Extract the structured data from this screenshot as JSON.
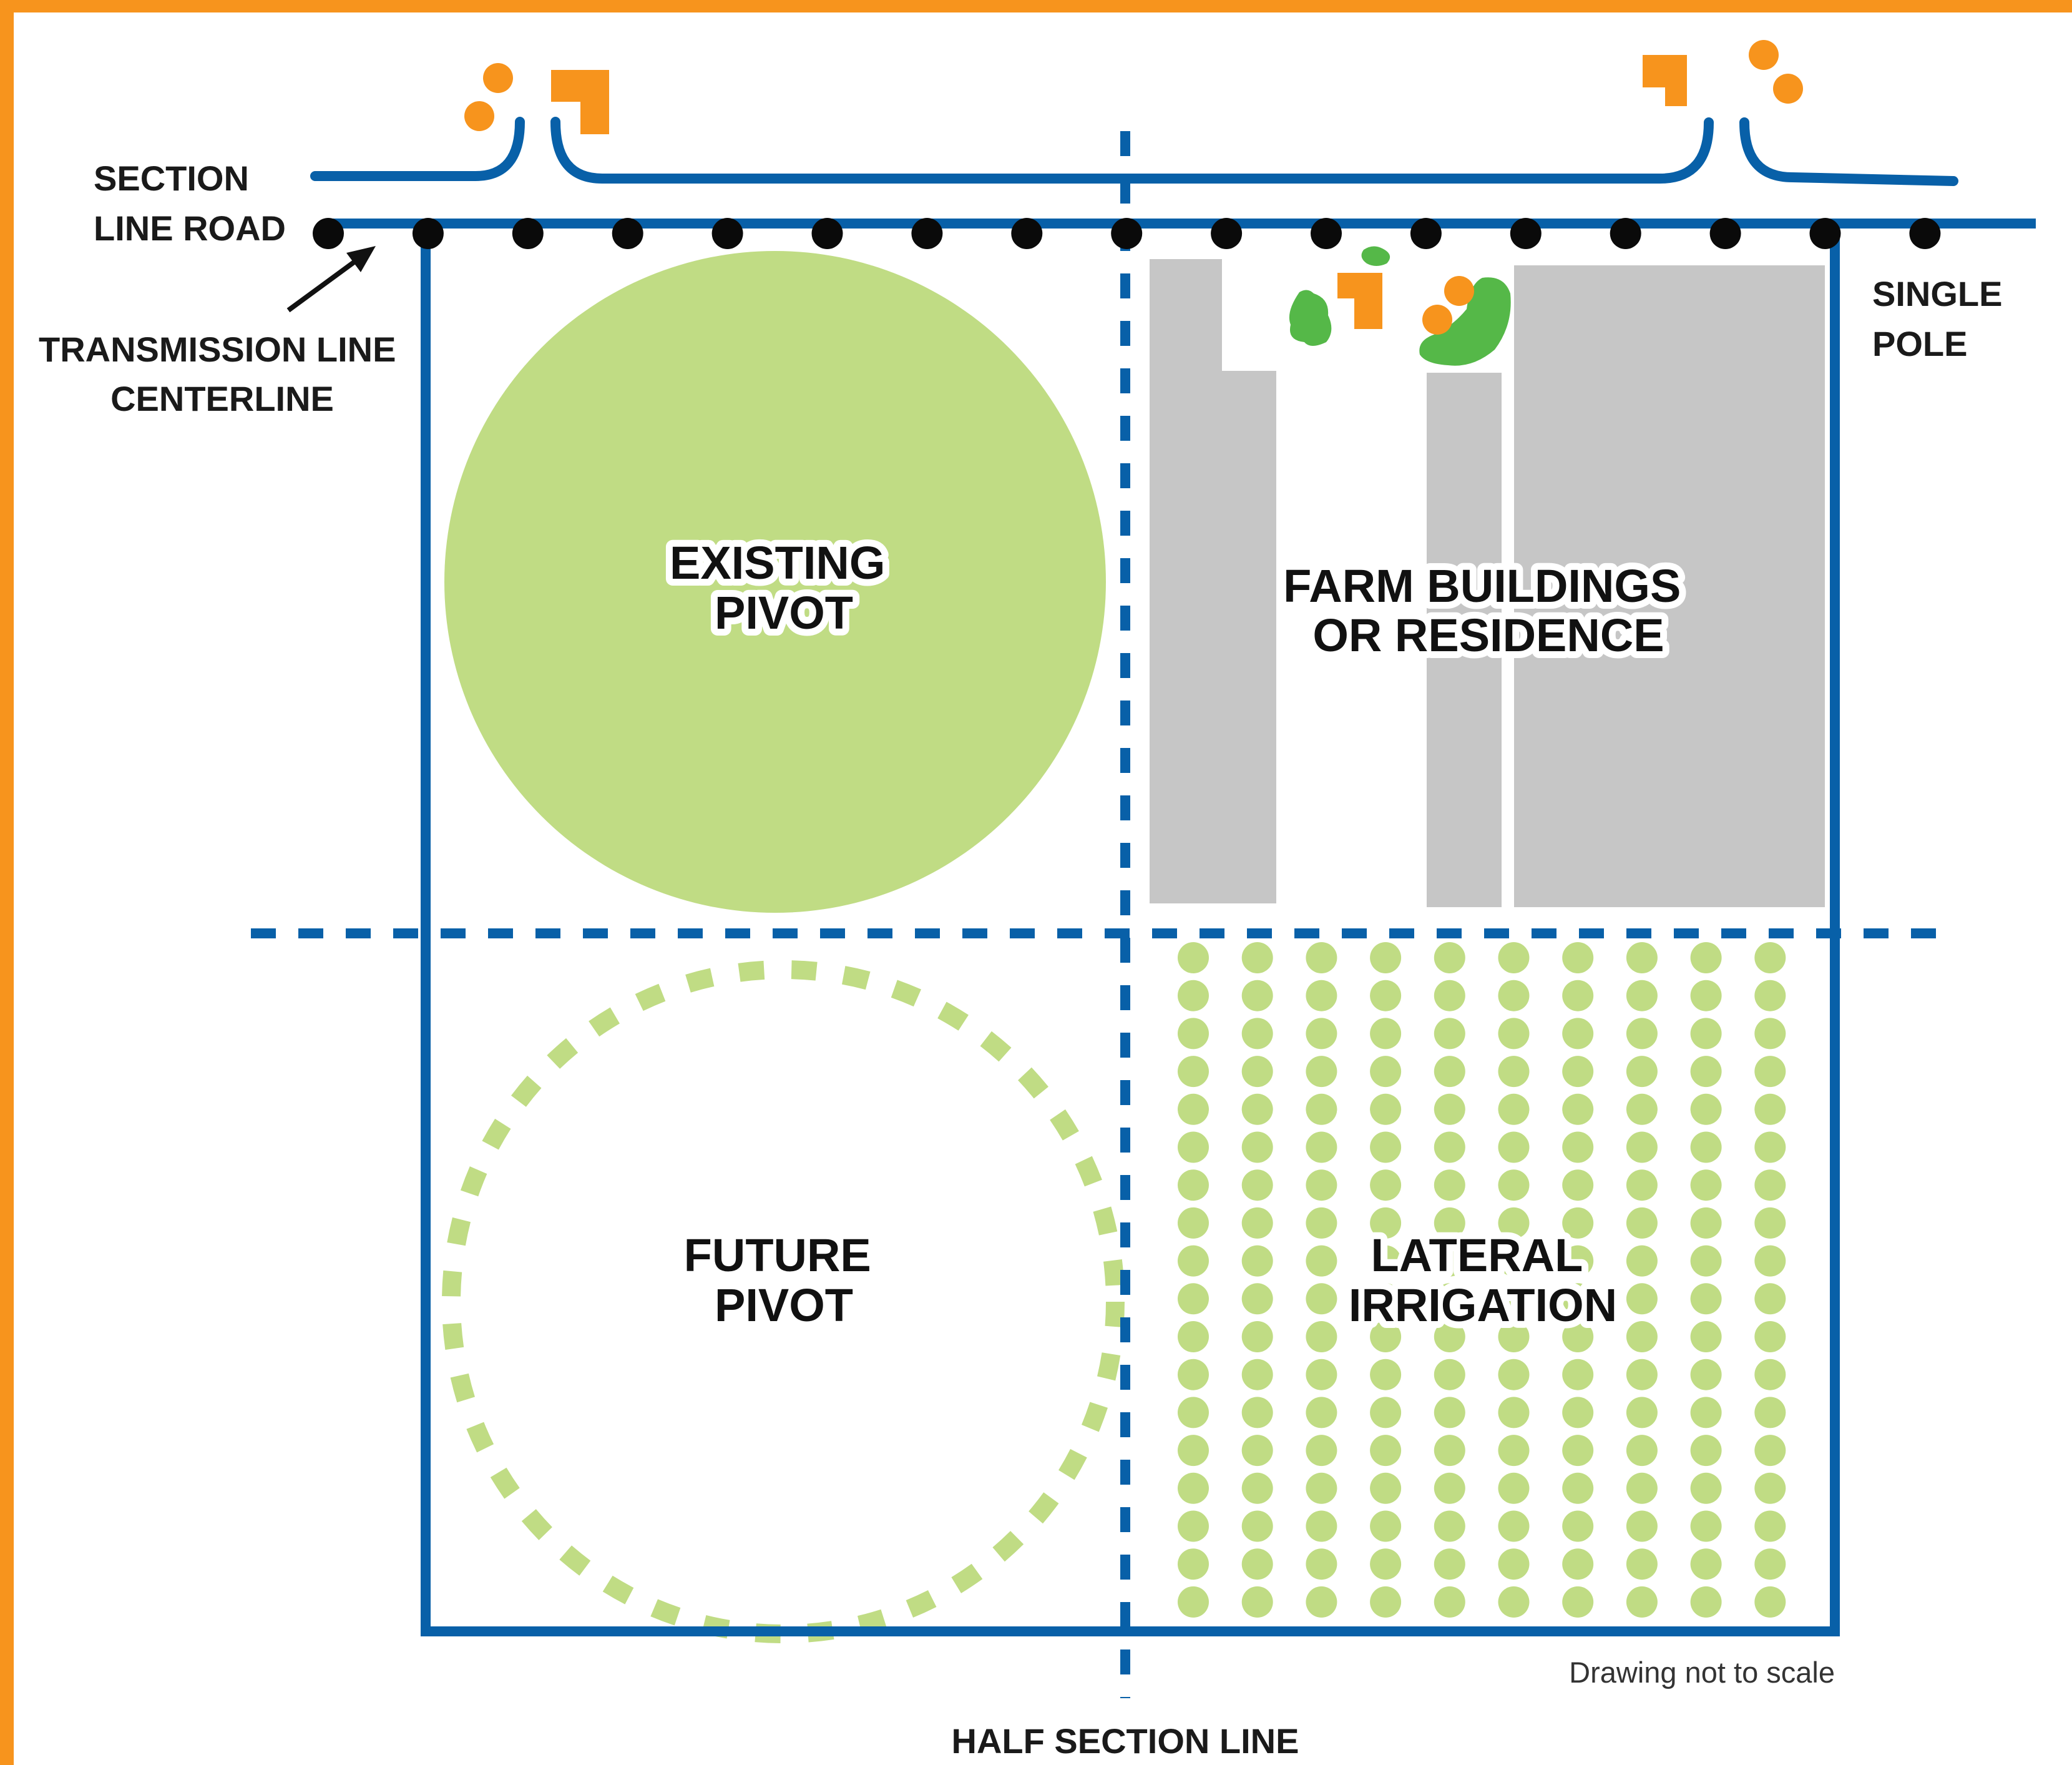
{
  "labels": {
    "section_line_road": [
      "SECTION",
      "LINE ROAD"
    ],
    "transmission_line_centerline": [
      "TRANSMISSION LINE",
      "CENTERLINE"
    ],
    "single_pole": [
      "SINGLE",
      "POLE"
    ],
    "existing_pivot": [
      "EXISTING",
      "PIVOT"
    ],
    "farm_buildings": [
      "FARM BUILDINGS",
      "OR RESIDENCE"
    ],
    "future_pivot": [
      "FUTURE",
      "PIVOT"
    ],
    "lateral_irrigation": [
      "LATERAL",
      "IRRIGATION"
    ],
    "half_section_line": "HALF SECTION LINE",
    "scale_note": "Drawing not to scale"
  },
  "colors": {
    "frame": "#f7941d",
    "road_and_boundary": "#0860a8",
    "pivot_green": "#c0dc84",
    "building_gray": "#c6c6c6",
    "pole_black": "#0a0a0a",
    "house_orange": "#f7941d",
    "tree_green": "#55b848"
  },
  "icons": [
    "pole-dot-icon",
    "house-icon",
    "tree-icon",
    "arrow-icon"
  ]
}
